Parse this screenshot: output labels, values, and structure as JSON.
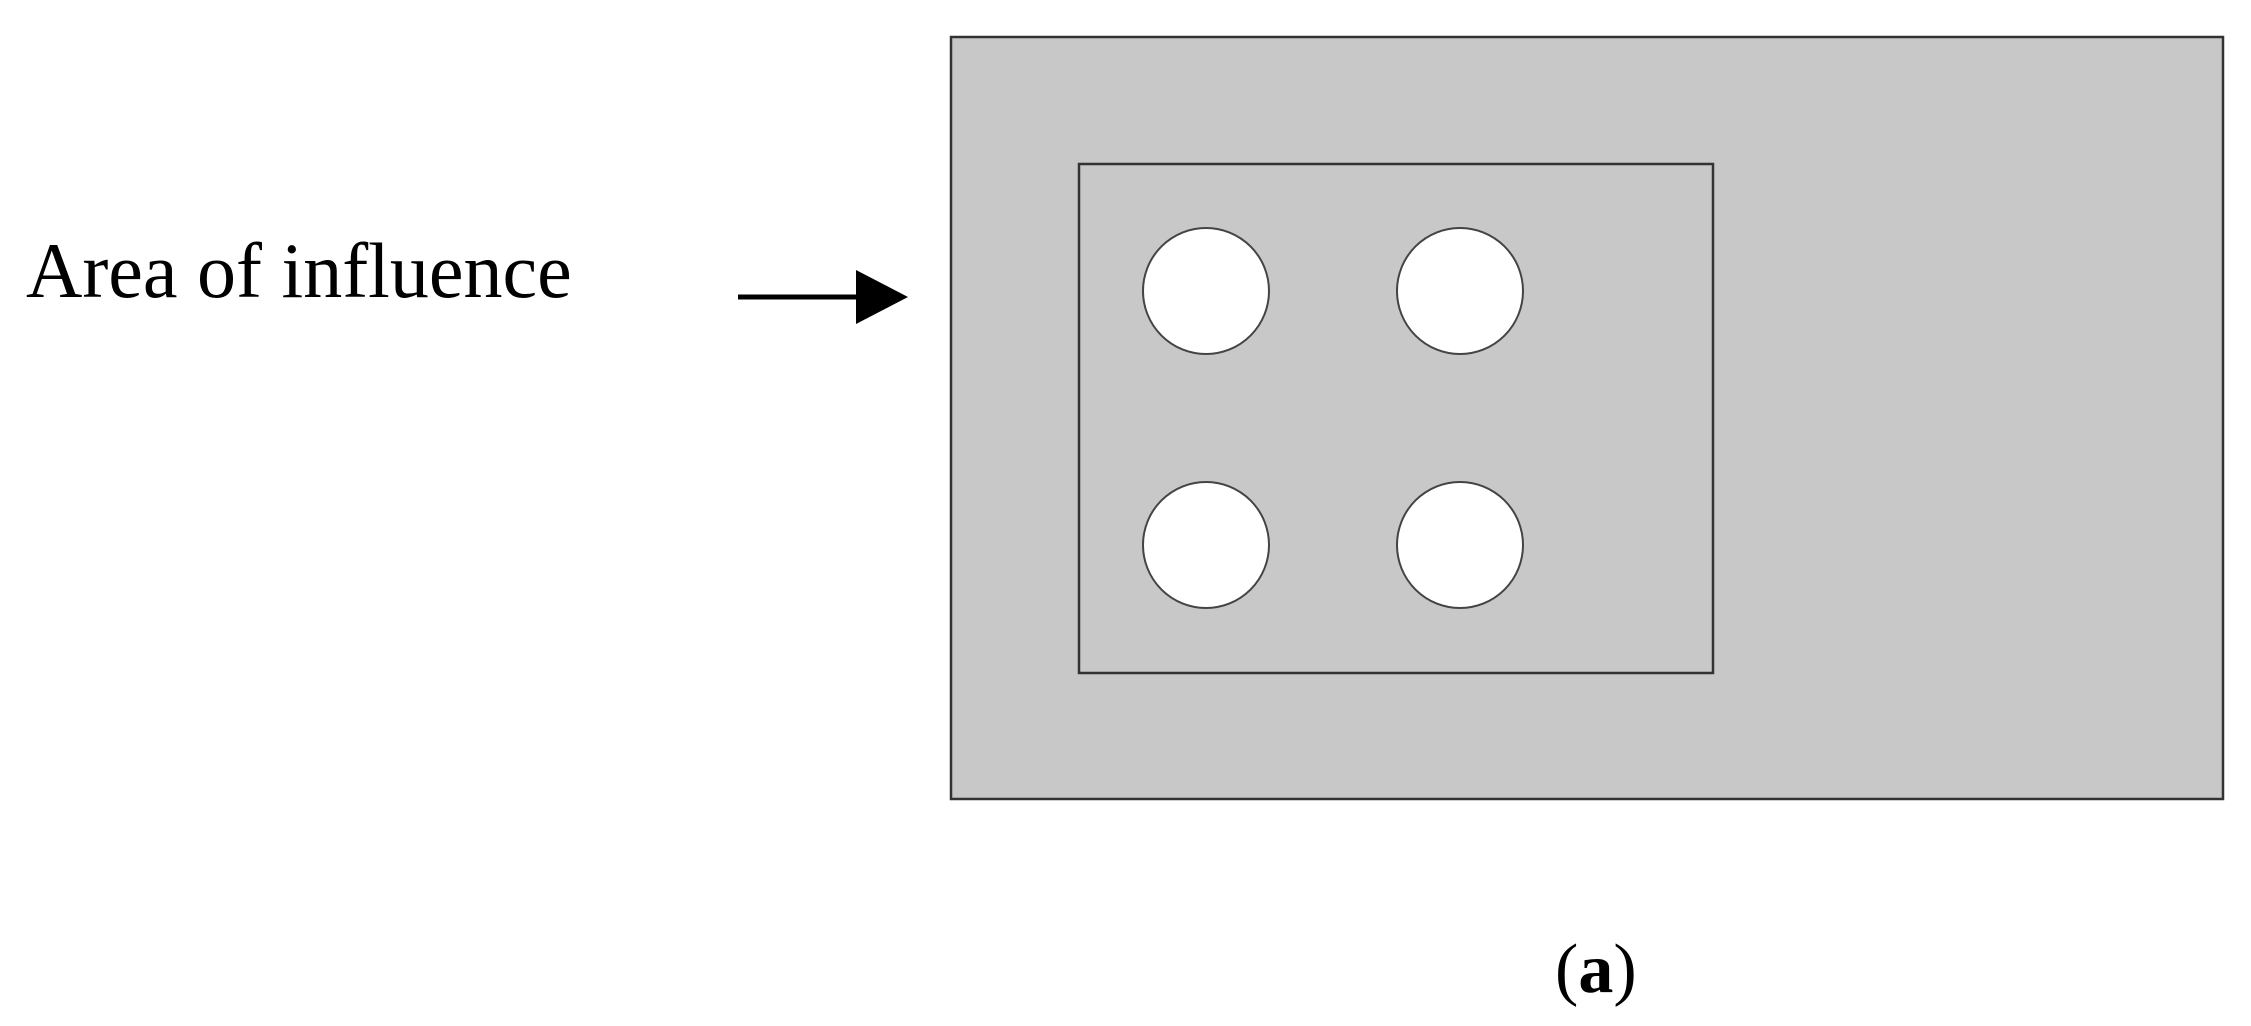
{
  "labels": {
    "area_of_influence": "Area of influence",
    "caption_letter": "a"
  },
  "colors": {
    "area_fill": "#c8c8c8",
    "outline": "#333333",
    "hole_fill": "#ffffff",
    "arrow": "#000000"
  },
  "diagram": {
    "hole_count": 4
  }
}
